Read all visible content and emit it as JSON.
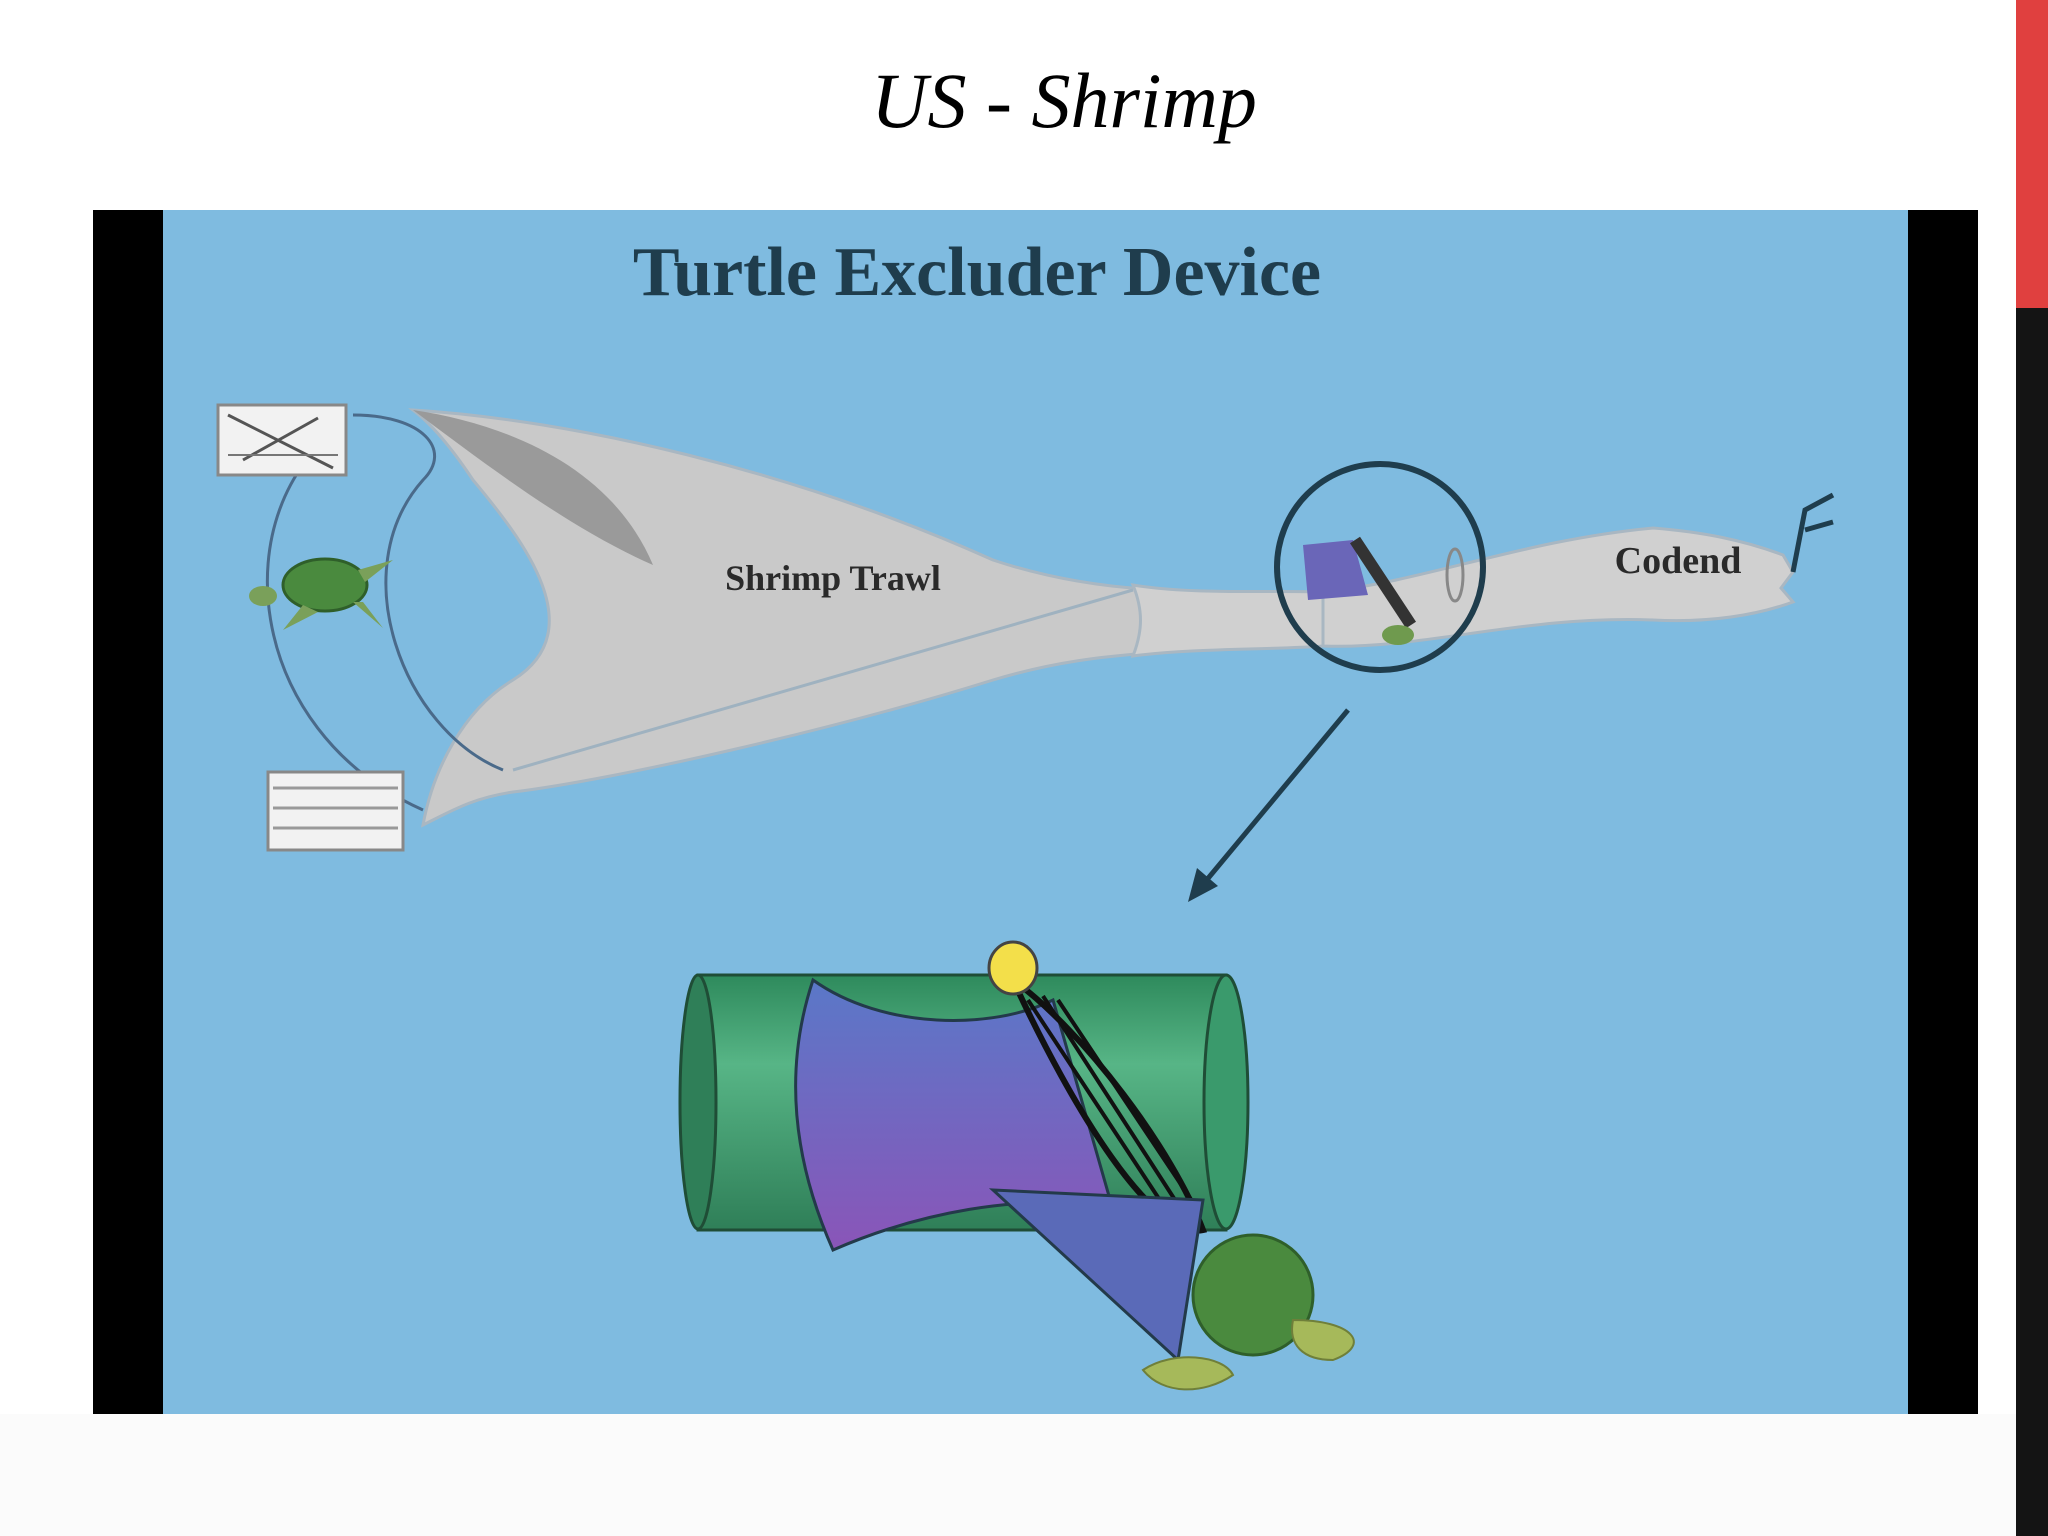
{
  "slide": {
    "title": "US - Shrimp",
    "accent_color": "#e0403f"
  },
  "figure": {
    "title": "Turtle Excluder Device",
    "labels": {
      "trawl": "Shrimp Trawl",
      "codend": "Codend"
    },
    "colors": {
      "water": "#7fbbe0",
      "net": "#c9c9c9",
      "tube": "#3c9466",
      "funnel": "#6a66b8",
      "turtle": "#4a8a3e",
      "float": "#f3df4a"
    },
    "icons": [
      "trawl-door-icon",
      "turtle-icon",
      "magnifier-circle-icon",
      "arrow-icon",
      "ted-cylinder-icon",
      "float-icon",
      "tail-rope-icon"
    ]
  }
}
